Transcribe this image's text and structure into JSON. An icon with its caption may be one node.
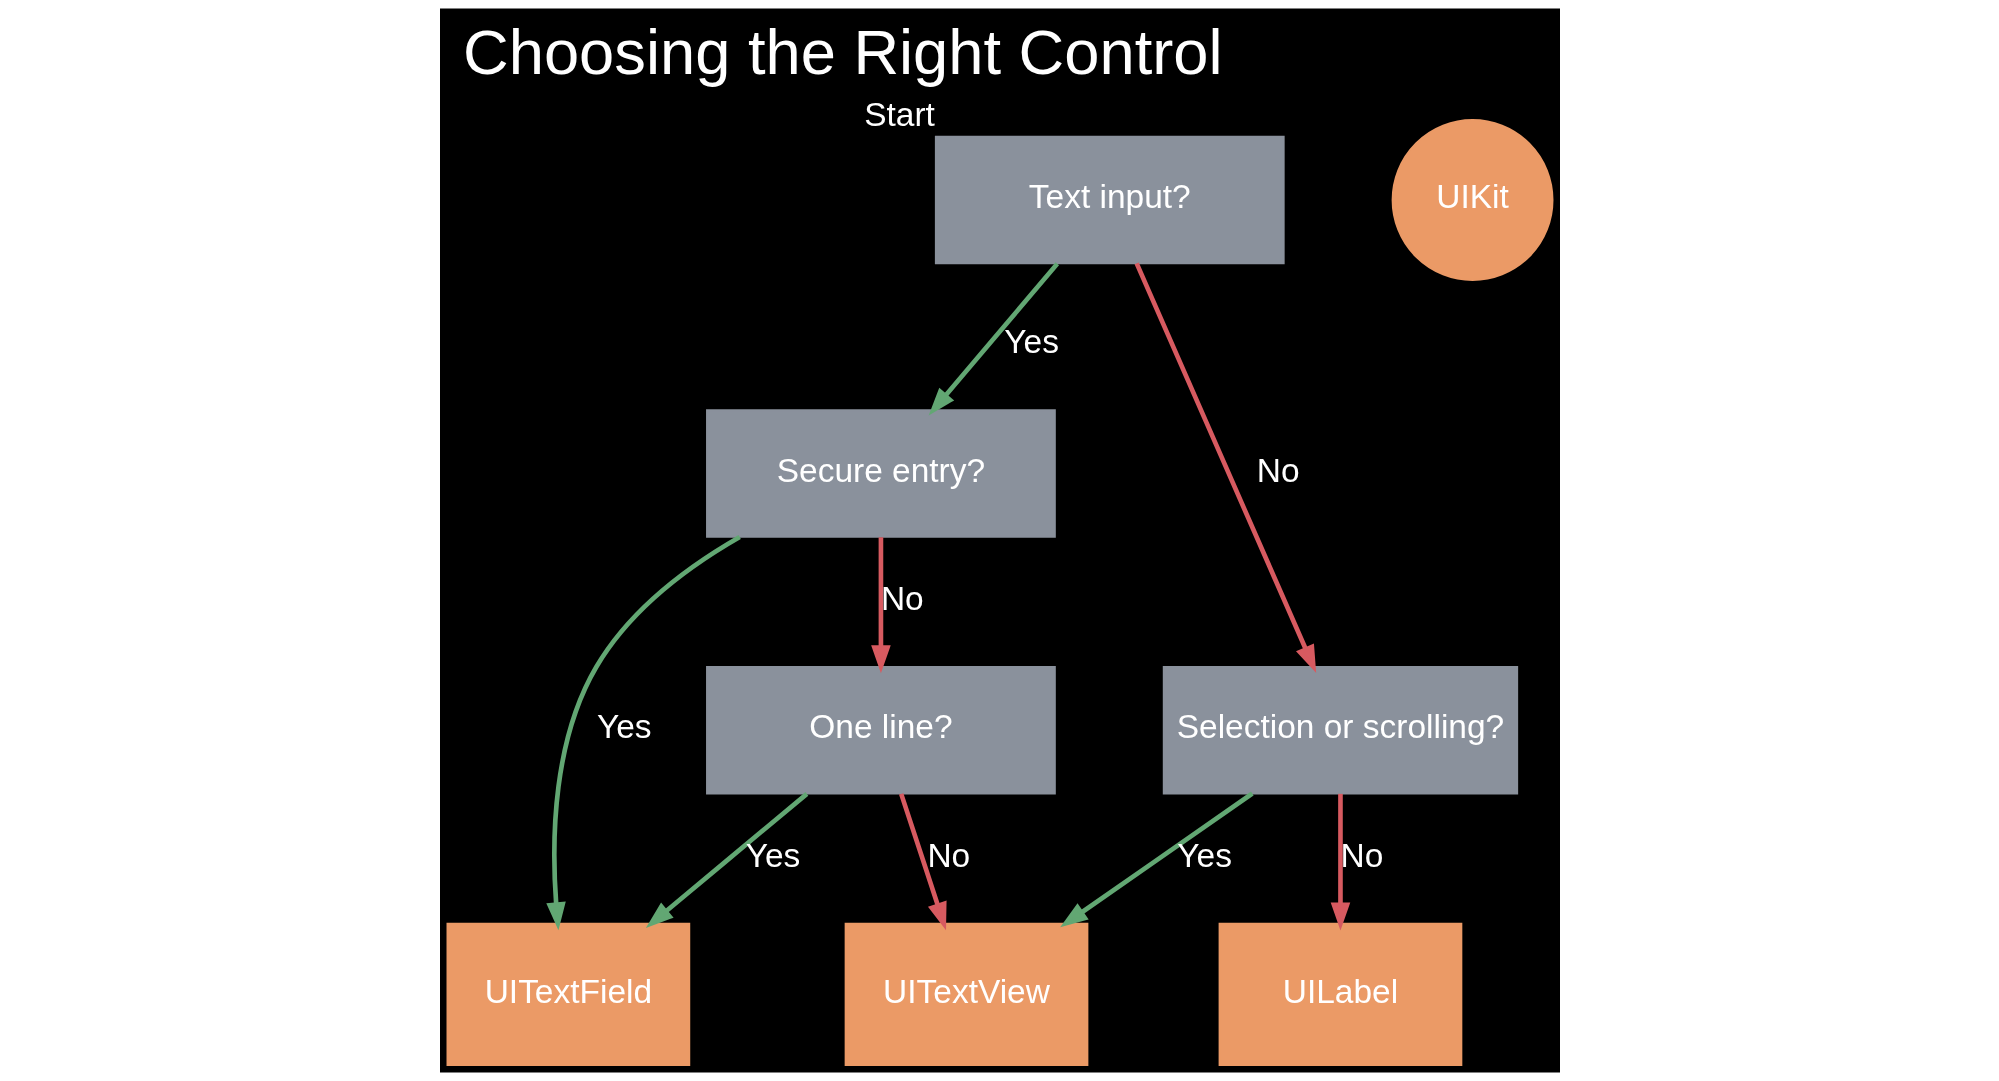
{
  "diagram": {
    "title": "Choosing the Right Control",
    "nodes": [
      {
        "text": [
          "Text input?"
        ],
        "beside": [
          "Start"
        ]
      },
      {
        "text": [
          "Secure entry?"
        ]
      },
      {
        "text": [
          "Selection or scrolling?"
        ]
      },
      {
        "text": [
          "One line?"
        ]
      },
      {
        "text": [
          "UITextField"
        ]
      },
      {
        "text": [
          "UITextView"
        ]
      },
      {
        "text": [
          "UILabel"
        ]
      },
      {
        "text": [
          "UIKit"
        ]
      }
    ],
    "edges": [
      {
        "from": 0,
        "to": 1,
        "arrow": "to",
        "label": "Yes",
        "color": "#62a773"
      },
      {
        "from": 0,
        "to": 2,
        "arrow": "to",
        "label": "No",
        "color": "#d75a60"
      },
      {
        "from": 1,
        "to": 4,
        "arrow": "to",
        "label": "Yes",
        "color": "#62a773"
      },
      {
        "from": 1,
        "to": 3,
        "arrow": "to",
        "label": "No",
        "color": "#d75a60"
      },
      {
        "from": 2,
        "to": 5,
        "arrow": "to",
        "label": "Yes",
        "color": "#62a773"
      },
      {
        "from": 2,
        "to": 6,
        "arrow": "to",
        "label": "No",
        "color": "#d75a60"
      },
      {
        "from": 3,
        "to": 4,
        "arrow": "to",
        "label": "Yes",
        "color": "#62a773"
      },
      {
        "from": 3,
        "to": 5,
        "arrow": "to",
        "label": "No",
        "color": "#d75a60"
      }
    ]
  }
}
